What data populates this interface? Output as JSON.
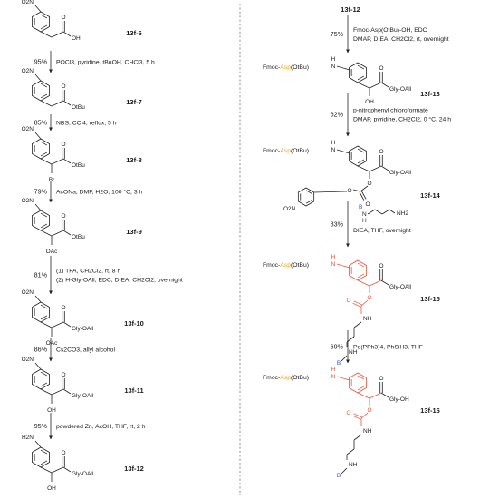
{
  "colors": {
    "highlight": "#e8543a",
    "protecting_group": "#e8a020",
    "bead": "#2a4fd6"
  },
  "left_column": {
    "compounds": [
      {
        "label": "13f-6",
        "substituents": [
          "O2N",
          "O",
          "OH"
        ]
      },
      {
        "label": "13f-7",
        "substituents": [
          "O2N",
          "O",
          "OtBu"
        ]
      },
      {
        "label": "13f-8",
        "substituents": [
          "O2N",
          "O",
          "OtBu",
          "Br"
        ]
      },
      {
        "label": "13f-9",
        "substituents": [
          "O2N",
          "O",
          "OtBu",
          "OAc"
        ]
      },
      {
        "label": "13f-10",
        "substituents": [
          "O2N",
          "O",
          "Gly-OAll",
          "OAc"
        ]
      },
      {
        "label": "13f-11",
        "substituents": [
          "O2N",
          "O",
          "Gly-OAll",
          "OH"
        ]
      },
      {
        "label": "13f-12",
        "substituents": [
          "H2N",
          "O",
          "Gly-OAll",
          "OH"
        ]
      }
    ],
    "steps": [
      {
        "yield": "95%",
        "conditions": [
          "POCl3, pyridine, tBuOH, CHCl3, 5 h"
        ]
      },
      {
        "yield": "85%",
        "conditions": [
          "NBS, CCl4, reflux, 5 h"
        ]
      },
      {
        "yield": "79%",
        "conditions": [
          "AcONa, DMF, H2O, 100 °C, 3 h"
        ]
      },
      {
        "yield": "81%",
        "conditions": [
          "(1) TFA, CH2Cl2, rt, 8 h",
          "(2) H-Gly-OAll, EDC, DIEA, CH2Cl2, overnight"
        ]
      },
      {
        "yield": "86%",
        "conditions": [
          "Cs2CO3, allyl alcohol"
        ]
      },
      {
        "yield": "95%",
        "conditions": [
          "powdered Zn, AcOH, THF, rt, 2 h"
        ]
      }
    ]
  },
  "right_column": {
    "start_label": "13f-12",
    "compounds": [
      {
        "label": "13f-13",
        "prefix": "Fmoc-Asp(OtBu)",
        "substituents": [
          "H",
          "N",
          "O",
          "Gly-OAll",
          "OH"
        ]
      },
      {
        "label": "13f-14",
        "prefix": "Fmoc-Asp(OtBu)",
        "substituents": [
          "H",
          "N",
          "O",
          "Gly-OAll",
          "O",
          "O",
          "O",
          "O2N"
        ]
      },
      {
        "label": "13f-15",
        "prefix": "Fmoc-Asp(OtBu)",
        "substituents": [
          "H",
          "N",
          "O",
          "Gly-OAll",
          "O",
          "O",
          "NH",
          "NH",
          "B"
        ]
      },
      {
        "label": "13f-16",
        "prefix": "Fmoc-Asp(OtBu)",
        "substituents": [
          "H",
          "N",
          "O",
          "Gly-OH",
          "O",
          "O",
          "NH",
          "NH",
          "B"
        ]
      }
    ],
    "steps": [
      {
        "yield": "75%",
        "conditions": [
          "Fmoc-Asp(OtBu)-OH, EDC",
          "DMAP, DIEA, CH2Cl2, rt, overnight"
        ]
      },
      {
        "yield": "62%",
        "conditions": [
          "p-nitrophenyl chloroformate",
          "DMAP, pyridine, CH2Cl2, 0 °C, 24 h"
        ]
      },
      {
        "yield": "83%",
        "reagent": [
          "B",
          "N",
          "H",
          "NH2"
        ],
        "conditions": [
          "DIEA, THF, overnight"
        ]
      },
      {
        "yield": "69%",
        "conditions": [
          "Pd(PPh3)4, PhSiH3, THF"
        ]
      }
    ]
  }
}
